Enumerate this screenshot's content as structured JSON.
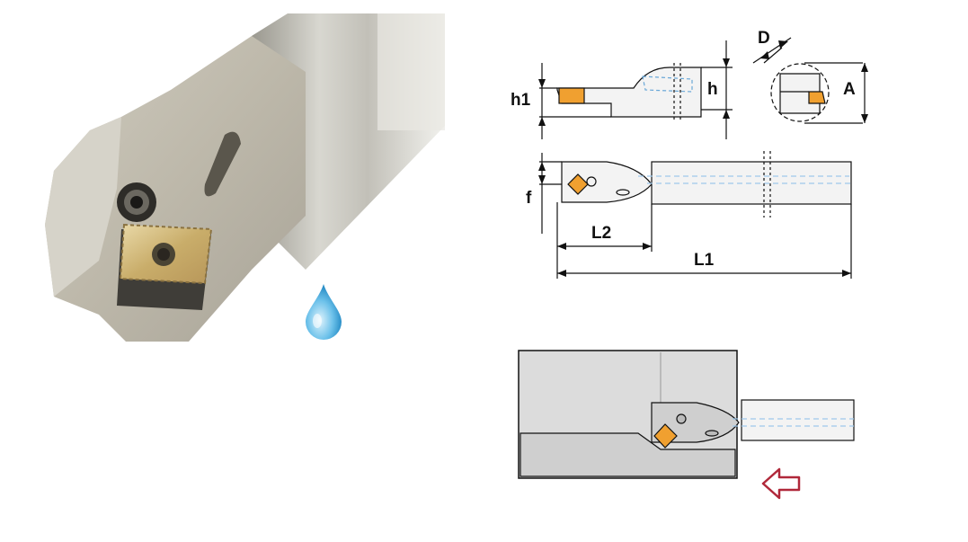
{
  "dimensions": {
    "h1": "h1",
    "h": "h",
    "D": "D",
    "A": "A",
    "f": "f",
    "L2": "L2",
    "L1": "L1"
  },
  "icons": {
    "coolant": "coolant-drop-icon",
    "feed_direction": "arrow-left-outline-icon"
  },
  "colors": {
    "insert": "#f0a030",
    "coolant_channel": "#9ec8ea",
    "drop": "#4aaede",
    "feed_arrow": "#b0283a",
    "tool_body": "#c9c6bc",
    "workpiece": "#dcdcdc"
  }
}
